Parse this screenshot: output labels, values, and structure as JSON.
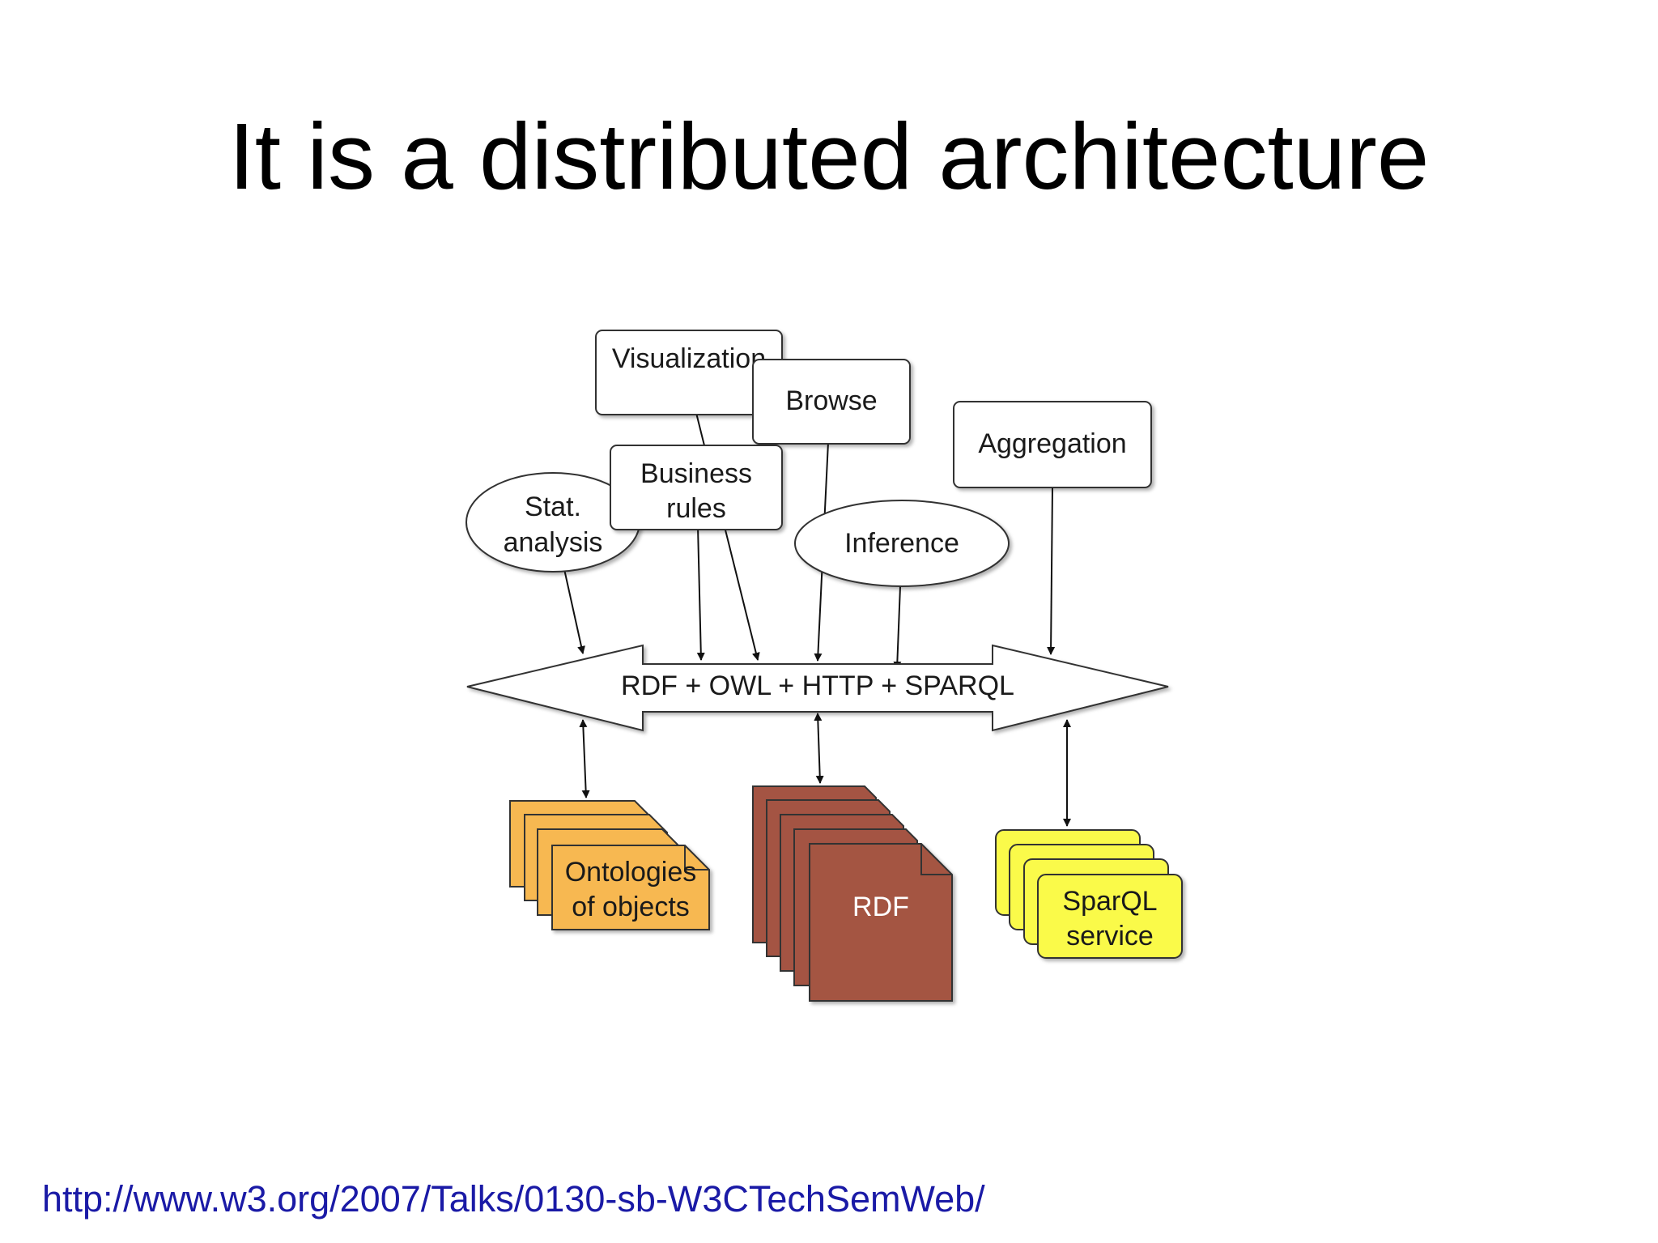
{
  "slide": {
    "title": "It is a distributed architecture",
    "source_link": "http://www.w3.org/2007/Talks/0130-sb-W3CTechSemWeb/"
  },
  "diagram": {
    "applications": {
      "visualization": "Visualization",
      "browse": "Browse",
      "aggregation": "Aggregation",
      "business_rules_line1": "Business",
      "business_rules_line2": "rules",
      "stat_analysis_line1": "Stat.",
      "stat_analysis_line2": "analysis",
      "inference": "Inference"
    },
    "bus": {
      "label": "RDF + OWL + HTTP + SPARQL"
    },
    "sources": {
      "ontologies_line1": "Ontologies",
      "ontologies_line2": "of objects",
      "rdf": "RDF",
      "sparql_line1": "SparQL",
      "sparql_line2": "service"
    },
    "colors": {
      "ontologies_fill": "#f7b851",
      "rdf_fill": "#a45443",
      "sparql_fill": "#fafa4a",
      "box_fill": "#ffffff",
      "stroke": "#222222",
      "link": "#1a1aa6"
    }
  }
}
